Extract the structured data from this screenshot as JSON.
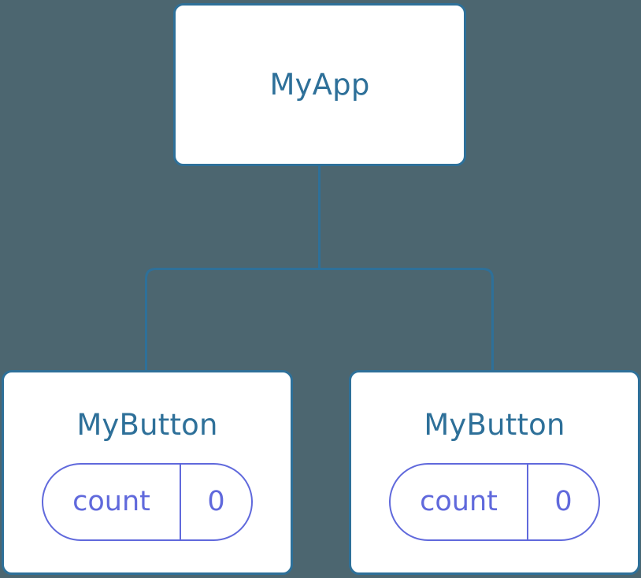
{
  "diagram": {
    "type": "component-tree",
    "background_color": "#4C6670",
    "node_border_color": "#2E7099",
    "node_fill_color": "#FFFFFF",
    "node_title_color": "#2E7099",
    "connector_color": "#2E7099",
    "state_accent_color": "#6069DC",
    "root": {
      "title": "MyApp"
    },
    "children": [
      {
        "title": "MyButton",
        "state": {
          "key": "count",
          "value": "0"
        }
      },
      {
        "title": "MyButton",
        "state": {
          "key": "count",
          "value": "0"
        }
      }
    ]
  }
}
